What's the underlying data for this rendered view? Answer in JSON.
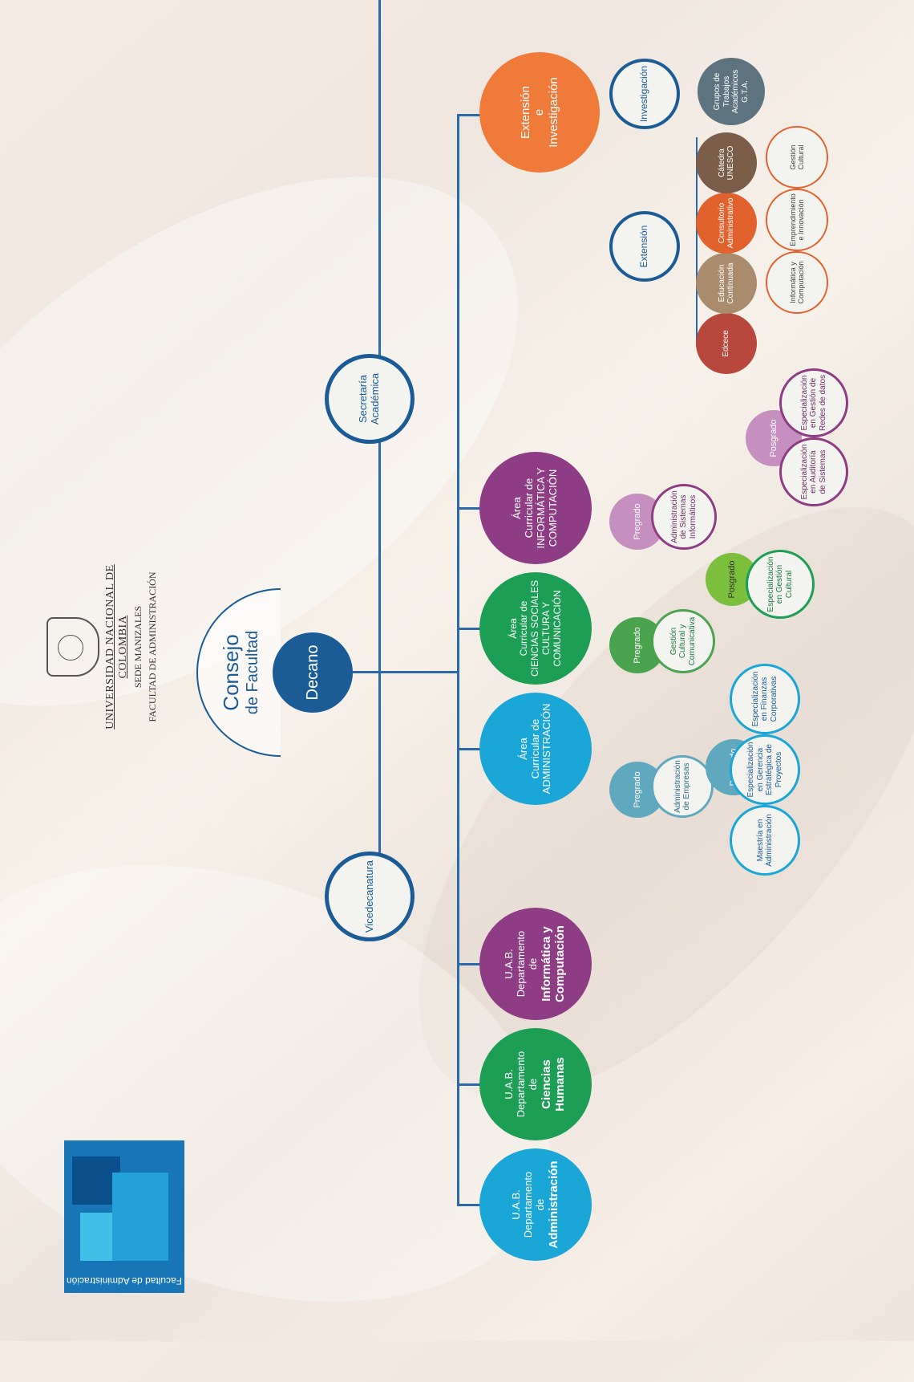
{
  "university": {
    "name": "UNIVERSIDAD NACIONAL DE COLOMBIA",
    "sede": "SEDE MANIZALES",
    "facultad": "FACULTAD DE ADMINISTRACIÓN"
  },
  "logo": {
    "caption": "Facultad de Administración"
  },
  "consejo": {
    "line1": "Consejo",
    "line2": "de Facultad"
  },
  "decano": "Decano",
  "vicedecanatura": "Vicedecanatura",
  "secretaria": {
    "line1": "Secretaría",
    "line2": "Académica"
  },
  "uab": [
    {
      "l1": "U.A.B.",
      "l2": "Departamento",
      "l3": "de",
      "l4": "Administración",
      "color": "#1aa6d6"
    },
    {
      "l1": "U.A.B.",
      "l2": "Departamento",
      "l3": "de",
      "l4": "Ciencias",
      "l5": "Humanas",
      "color": "#1d9e55"
    },
    {
      "l1": "U.A.B.",
      "l2": "Departamento",
      "l3": "de",
      "l4": "Informática y",
      "l5": "Computación",
      "color": "#8e3d84"
    }
  ],
  "areas": [
    {
      "l1": "Área",
      "l2": "Curricular de",
      "l3": "ADMINISTRACIÓN",
      "color": "#1aa6d6"
    },
    {
      "l1": "Área",
      "l2": "Curricular de",
      "l3": "CIENCIAS SOCIALES",
      "l4": "CULTURA Y",
      "l5": "COMUNICACIÓN",
      "color": "#1d9e55"
    },
    {
      "l1": "Área",
      "l2": "Curricular de",
      "l3": "INFORMÁTICA Y",
      "l4": "COMPUTACIÓN",
      "color": "#8e3d84"
    }
  ],
  "extension_investigacion": {
    "l1": "Extensión",
    "l2": "e",
    "l3": "Investigación",
    "color": "#f07a3a"
  },
  "admin_programs": {
    "pregrado": "Pregrado",
    "pregrado_item": [
      "Administración",
      "de Empresas"
    ],
    "posgrado": "Posgrado",
    "maestria": [
      "Maestría en",
      "Administración"
    ],
    "esp_gerencia": [
      "Especialización",
      "en Gerencia",
      "Estratégica de",
      "Proyectos"
    ],
    "esp_finanzas": [
      "Especialización",
      "en Finanzas",
      "Corporativas"
    ]
  },
  "cs_programs": {
    "pregrado": "Pregrado",
    "pregrado_item": [
      "Gestión",
      "Cultural y",
      "Comunicativa"
    ],
    "posgrado": "Posgrado",
    "esp": [
      "Especialización",
      "en Gestión",
      "Cultural"
    ]
  },
  "ic_programs": {
    "pregrado": "Pregrado",
    "pregrado_item": [
      "Administración",
      "de Sistemas",
      "Informáticos"
    ],
    "posgrado": "Posgrado",
    "esp_auditoria": [
      "Especialización",
      "en Auditoría",
      "de Sistemas"
    ],
    "esp_redes": [
      "Especialización",
      "en Gestión de",
      "Redes de datos"
    ]
  },
  "extension": {
    "label": "Extensión",
    "units": [
      {
        "text": [
          "Edcece"
        ],
        "color": "#b8483e"
      },
      {
        "text": [
          "Educación",
          "Continuada"
        ],
        "color": "#a98c6d"
      },
      {
        "text": [
          "Consultorio",
          "Administrativo"
        ],
        "color": "#e2622e"
      },
      {
        "text": [
          "Cátedra",
          "UNESCO"
        ],
        "color": "#7a5e49"
      }
    ],
    "sub": [
      [
        "Informática y",
        "Computación"
      ],
      [
        "Emprendimiento",
        "e Innovación"
      ],
      [
        "Gestión",
        "Cultural"
      ]
    ]
  },
  "investigacion": {
    "label": "Investigación",
    "gta": [
      "Grupos de",
      "Trabajos",
      "Académicos",
      "G.T.A."
    ],
    "gta_color": "#5e7380"
  },
  "colors": {
    "line": "#2a6aa8",
    "decano": "#1b5c96",
    "ring_blue": "#1b5c96"
  }
}
